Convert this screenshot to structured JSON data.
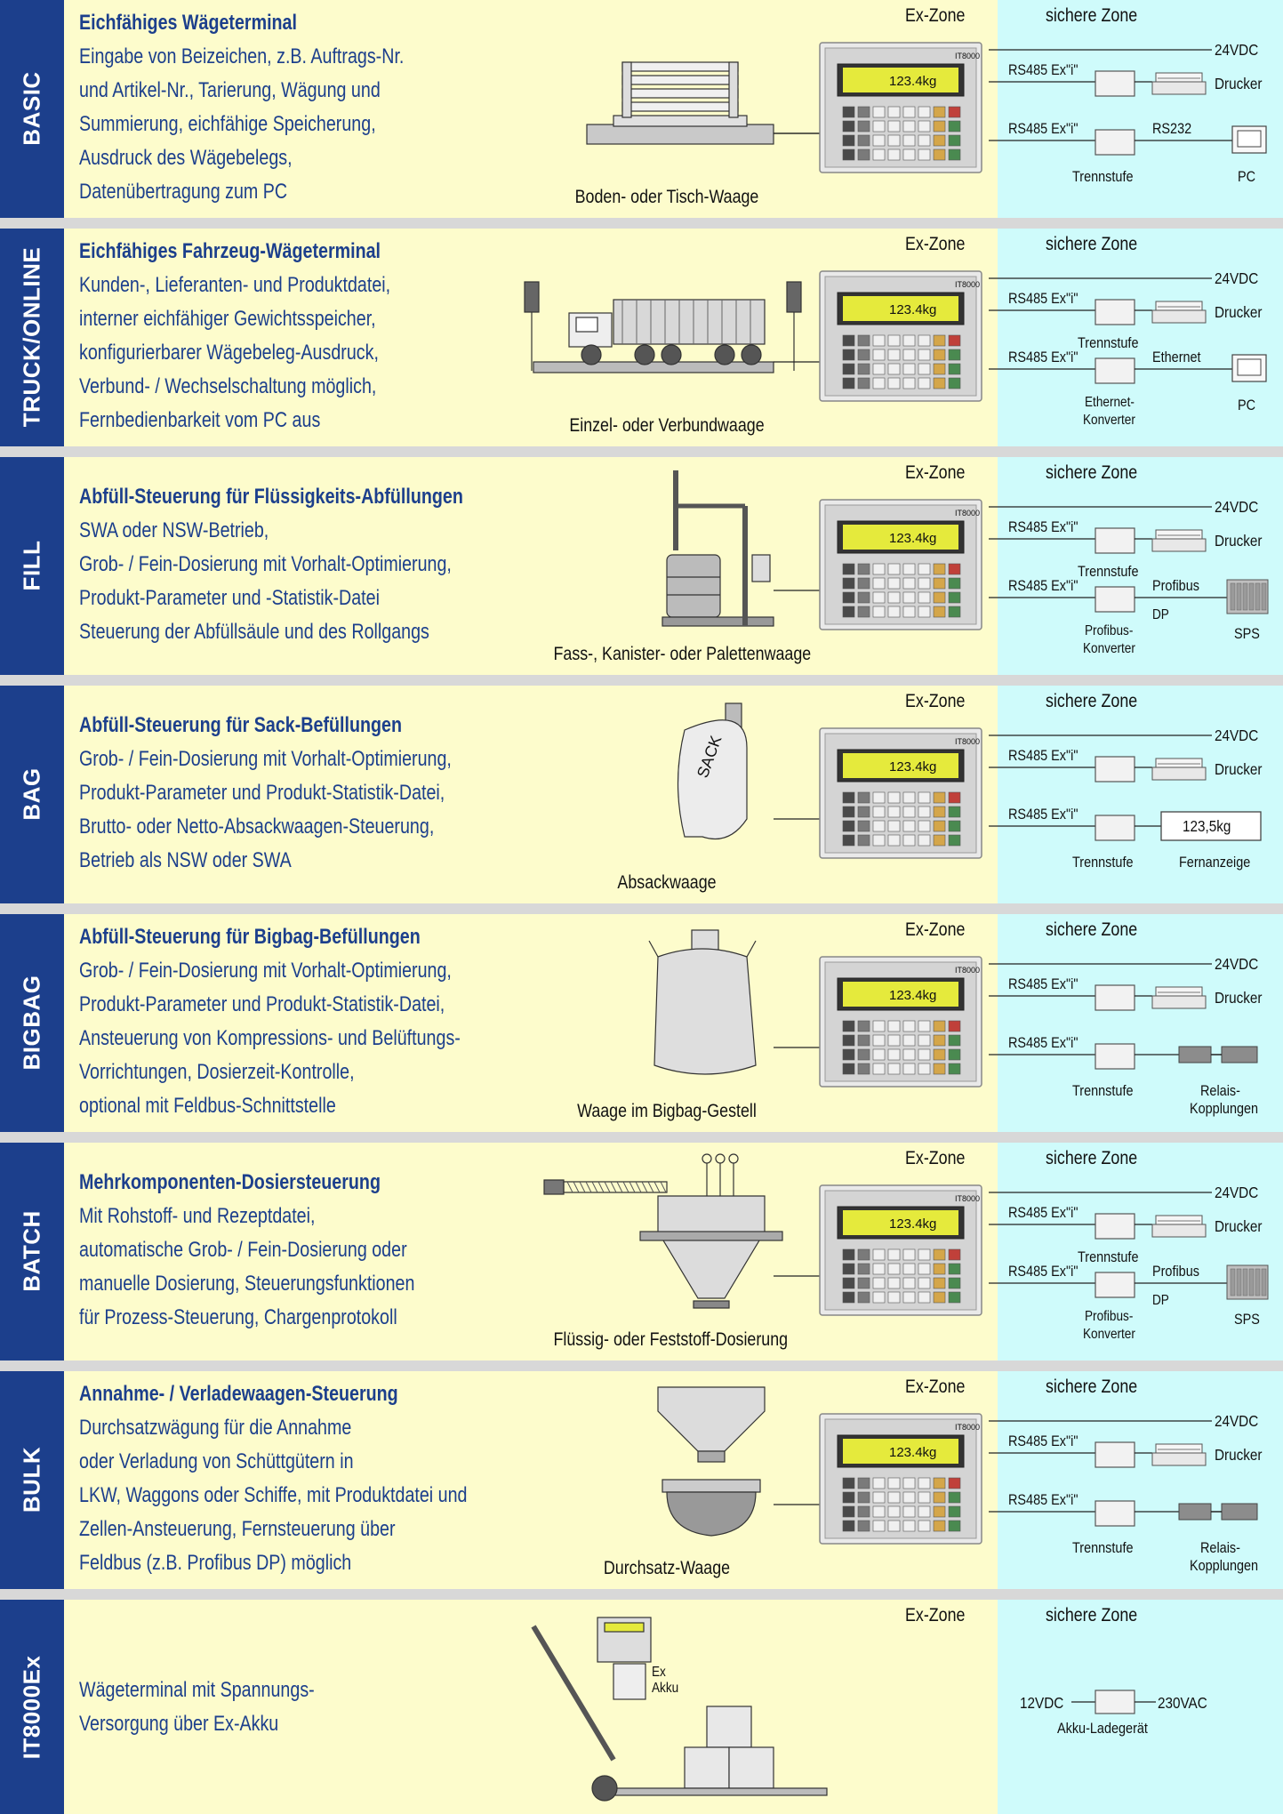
{
  "zones": {
    "ex": "Ex-Zone",
    "safe": "sichere Zone"
  },
  "terminal": {
    "brand": "IT8000",
    "display": "123.4kg"
  },
  "sections": [
    {
      "tag": "BASIC",
      "title": "Eichfähiges Wägeterminal",
      "lines": [
        "Eingabe von Beizeichen, z.B. Auftrags-Nr.",
        "und Artikel-Nr., Tarierung, Wägung und",
        "Summierung, eichfähige Speicherung,",
        "Ausdruck des Wägebelegs,",
        "Datenübertragung zum PC"
      ],
      "caption": "Boden- oder Tisch-Waage",
      "illustration": "floor-scale",
      "right": {
        "power": "24VDC",
        "bus1": "RS485 Ex\"i\"",
        "device1": "Drucker",
        "bus2": "RS485 Ex\"i\"",
        "link2": "RS232",
        "box2": "Trennstufe",
        "device2": "PC",
        "device2_icon": "pc"
      }
    },
    {
      "tag": "TRUCK/ONLINE",
      "title": "Eichfähiges Fahrzeug-Wägeterminal",
      "lines": [
        "Kunden-, Lieferanten- und Produktdatei,",
        "interner eichfähiger Gewichtsspeicher,",
        "konfigurierbarer Wägebeleg-Ausdruck,",
        "Verbund- / Wechselschaltung möglich,",
        "Fernbedienbarkeit vom PC aus"
      ],
      "caption": "Einzel- oder Verbundwaage",
      "illustration": "truck",
      "right": {
        "power": "24VDC",
        "bus1": "RS485 Ex\"i\"",
        "box1": "Trennstufe",
        "device1": "Drucker",
        "bus2": "RS485 Ex\"i\"",
        "link2": "Ethernet",
        "box2a": "Ethernet-",
        "box2b": "Konverter",
        "device2": "PC",
        "device2_icon": "pc"
      }
    },
    {
      "tag": "FILL",
      "title": "Abfüll-Steuerung für Flüssigkeits-Abfüllungen",
      "lines": [
        "SWA oder NSW-Betrieb,",
        "Grob- / Fein-Dosierung mit Vorhalt-Optimierung,",
        "Produkt-Parameter und -Statistik-Datei",
        "Steuerung der Abfüllsäule und des Rollgangs"
      ],
      "caption": "Fass-, Kanister- oder Palettenwaage",
      "illustration": "drum",
      "right": {
        "power": "24VDC",
        "bus1": "RS485 Ex\"i\"",
        "box1": "Trennstufe",
        "device1": "Drucker",
        "bus2": "RS485 Ex\"i\"",
        "link2": "Profibus",
        "link2b": "DP",
        "box2a": "Profibus-",
        "box2b": "Konverter",
        "device2": "SPS",
        "device2_icon": "sps"
      }
    },
    {
      "tag": "BAG",
      "title": "Abfüll-Steuerung für Sack-Befüllungen",
      "lines": [
        "Grob- / Fein-Dosierung mit Vorhalt-Optimierung,",
        "Produkt-Parameter und Produkt-Statistik-Datei,",
        "Brutto- oder Netto-Absackwaagen-Steuerung,",
        "Betrieb als NSW oder SWA"
      ],
      "caption": "Absackwaage",
      "illustration": "sack",
      "sack_label": "SACK",
      "right": {
        "power": "24VDC",
        "bus1": "RS485 Ex\"i\"",
        "device1": "Drucker",
        "bus2": "RS485 Ex\"i\"",
        "box2": "Trennstufe",
        "device2": "Fernanzeige",
        "device2_icon": "display",
        "device2_value": "123,5kg"
      }
    },
    {
      "tag": "BIGBAG",
      "title": "Abfüll-Steuerung für Bigbag-Befüllungen",
      "lines": [
        "Grob- / Fein-Dosierung mit Vorhalt-Optimierung,",
        "Produkt-Parameter und Produkt-Statistik-Datei,",
        "Ansteuerung von Kompressions- und Belüftungs-",
        "Vorrichtungen, Dosierzeit-Kontrolle,",
        "optional mit Feldbus-Schnittstelle"
      ],
      "caption": "Waage im Bigbag-Gestell",
      "illustration": "bigbag",
      "right": {
        "power": "24VDC",
        "bus1": "RS485 Ex\"i\"",
        "device1": "Drucker",
        "bus2": "RS485 Ex\"i\"",
        "box2": "Trennstufe",
        "device2a": "Relais-",
        "device2b": "Kopplungen",
        "device2_icon": "relay"
      }
    },
    {
      "tag": "BATCH",
      "title": "Mehrkomponenten-Dosiersteuerung",
      "lines": [
        "Mit Rohstoff- und Rezeptdatei,",
        "automatische Grob- / Fein-Dosierung oder",
        "manuelle Dosierung, Steuerungsfunktionen",
        "für Prozess-Steuerung, Chargenprotokoll"
      ],
      "caption": "Flüssig- oder Feststoff-Dosierung",
      "illustration": "hopper",
      "right": {
        "power": "24VDC",
        "bus1": "RS485 Ex\"i\"",
        "box1": "Trennstufe",
        "device1": "Drucker",
        "bus2": "RS485 Ex\"i\"",
        "link2": "Profibus",
        "link2b": "DP",
        "box2a": "Profibus-",
        "box2b": "Konverter",
        "device2": "SPS",
        "device2_icon": "sps"
      }
    },
    {
      "tag": "BULK",
      "title": "Annahme- / Verladewaagen-Steuerung",
      "lines": [
        "Durchsatzwägung für die Annahme",
        "oder Verladung von Schüttgütern in",
        "LKW, Waggons oder Schiffe, mit Produktdatei und",
        "Zellen-Ansteuerung, Fernsteuerung über",
        "Feldbus (z.B. Profibus DP) möglich"
      ],
      "caption": "Durchsatz-Waage",
      "illustration": "bulk",
      "right": {
        "power": "24VDC",
        "bus1": "RS485 Ex\"i\"",
        "device1": "Drucker",
        "bus2": "RS485 Ex\"i\"",
        "box2": "Trennstufe",
        "device2a": "Relais-",
        "device2b": "Kopplungen",
        "device2_icon": "relay"
      }
    },
    {
      "tag": "IT8000Ex",
      "title": "",
      "lines": [
        "Wägeterminal mit Spannungs-",
        "Versorgung über Ex-Akku"
      ],
      "caption": "",
      "illustration": "pallet",
      "akku_a": "Ex",
      "akku_b": "Akku",
      "right": {
        "charger_in": "12VDC",
        "charger_out": "230VAC",
        "charger": "Akku-Ladegerät"
      }
    }
  ]
}
